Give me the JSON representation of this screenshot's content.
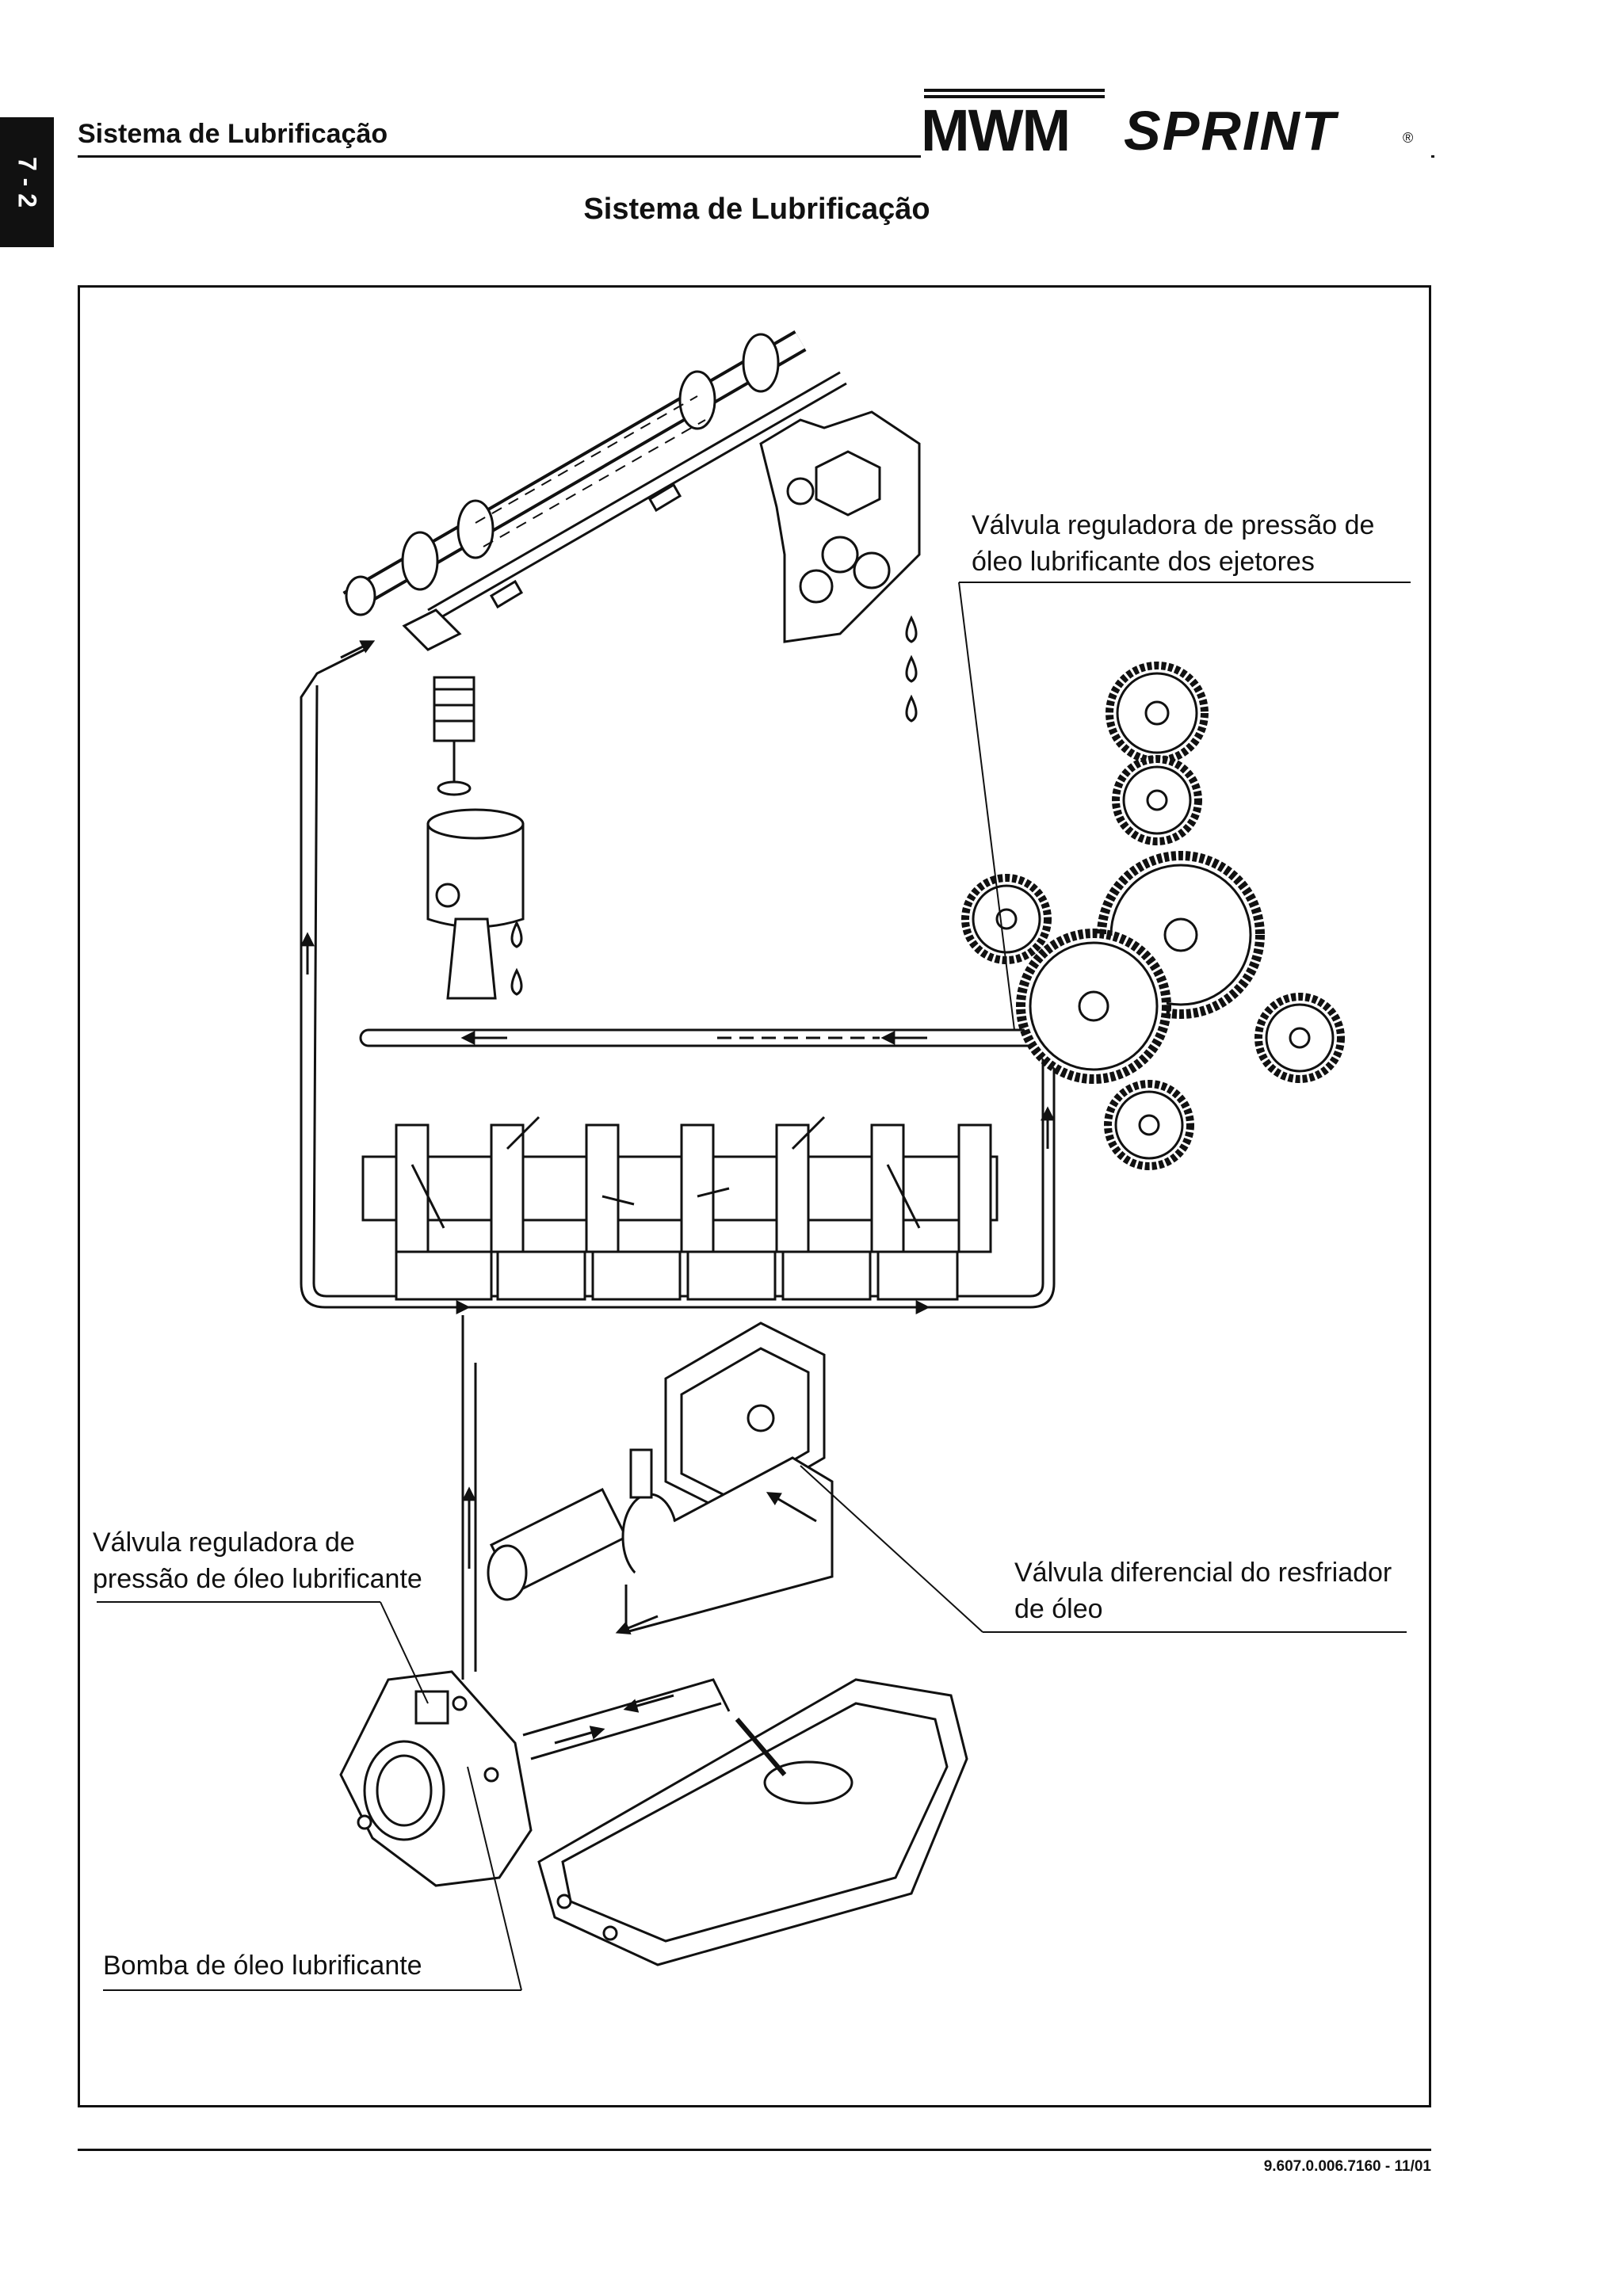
{
  "side_tab": {
    "label": "7 - 2"
  },
  "header": {
    "section_title": "Sistema de Lubrificação",
    "logo": {
      "brand": "MWM",
      "model": "SPRINT",
      "mark": "®"
    }
  },
  "page_title": "Sistema de Lubrificação",
  "callouts": [
    {
      "id": "ejector-valve",
      "lines": [
        "Válvula reguladora de pressão de",
        "óleo lubrificante dos ejetores"
      ]
    },
    {
      "id": "pressure-valve",
      "lines": [
        "Válvula reguladora de",
        "pressão de óleo lubrificante"
      ]
    },
    {
      "id": "cooler-valve",
      "lines": [
        "Válvula diferencial do resfriador",
        "de óleo"
      ]
    },
    {
      "id": "oil-pump",
      "lines": [
        "Bomba de óleo lubrificante"
      ]
    }
  ],
  "footer": {
    "doc_code": "9.607.0.006.7160  -  11/01"
  }
}
